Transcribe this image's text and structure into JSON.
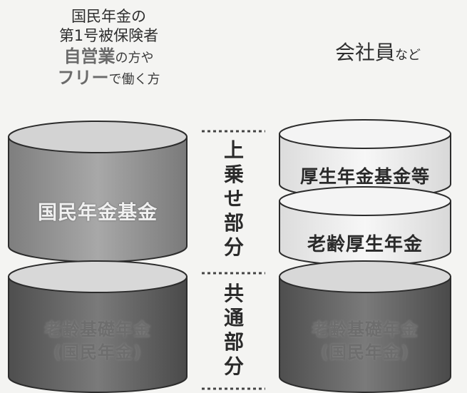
{
  "left_heading": {
    "line1": "国民年金の",
    "line2": "第1号被保険者",
    "line3_bold": "自営業",
    "line3_rest": "の方や",
    "line4_bold": "フリー",
    "line4_rest": "で働く方"
  },
  "right_heading": {
    "main": "会社員",
    "suffix": "など"
  },
  "left_column": {
    "upper_label": "国民年金基金",
    "lower_label_line1": "老齢基礎年金",
    "lower_label_line2": "(国民年金)"
  },
  "right_column": {
    "top_label": "厚生年金基金等",
    "middle_label": "老齢厚生年金",
    "lower_label_line1": "老齢基礎年金",
    "lower_label_line2": "(国民年金)"
  },
  "middle_labels": {
    "upper": [
      "上",
      "乗",
      "せ",
      "部",
      "分"
    ],
    "lower": [
      "共",
      "通",
      "部",
      "分"
    ]
  },
  "colors": {
    "dark_cylinder": "#6d6d6d",
    "dark_cylinder_top": "#d6d6d6",
    "mid_cylinder": "#9a9a9a",
    "light_cylinder": "#ececec",
    "outline": "#2c2c2c"
  }
}
